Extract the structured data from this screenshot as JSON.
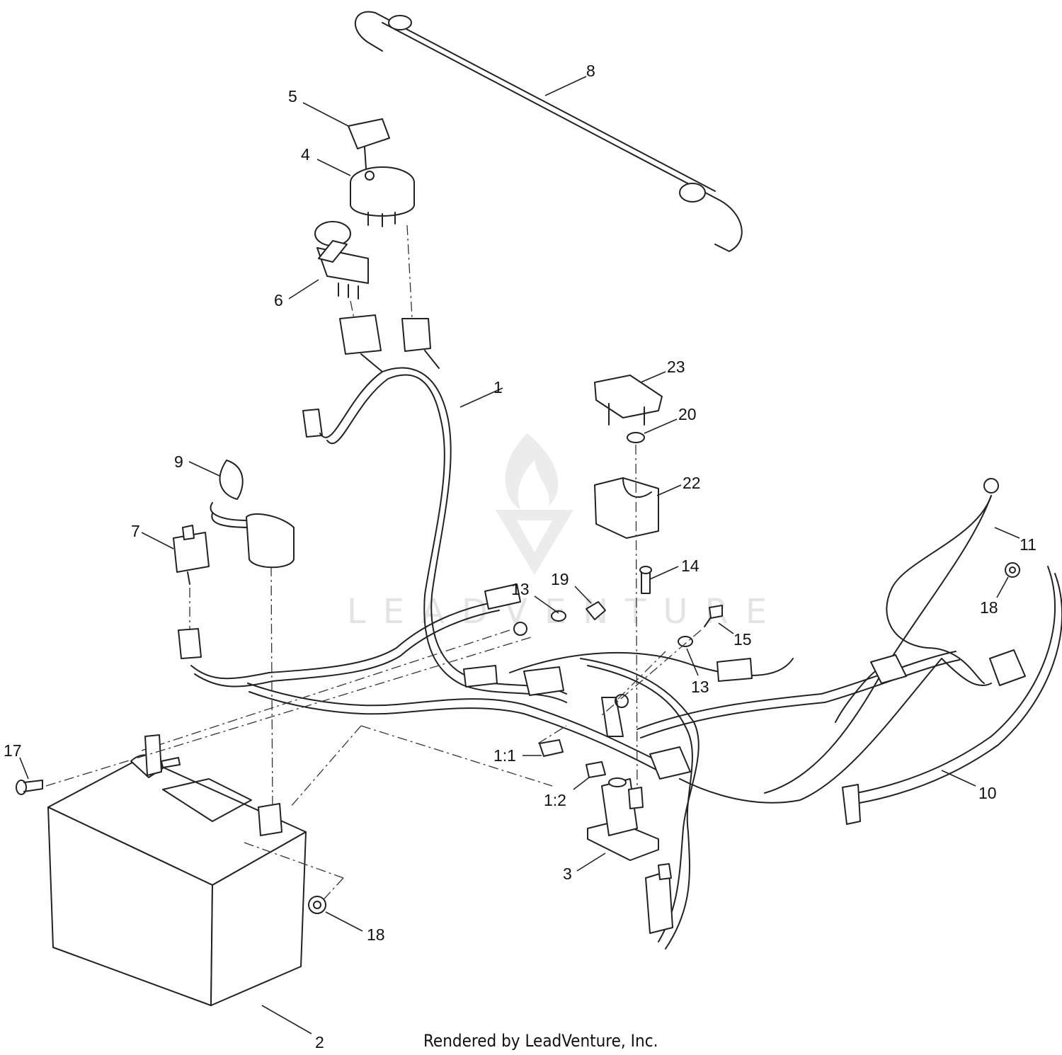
{
  "watermark": {
    "text": "LEADVENTURE"
  },
  "credit": "Rendered by LeadVenture, Inc.",
  "callouts": {
    "c1": "1",
    "c2": "2",
    "c3": "3",
    "c4": "4",
    "c5": "5",
    "c6": "6",
    "c7": "7",
    "c8": "8",
    "c9": "9",
    "c10": "10",
    "c11": "11",
    "c13a": "13",
    "c13b": "13",
    "c14": "14",
    "c15": "15",
    "c17": "17",
    "c18a": "18",
    "c18b": "18",
    "c19": "19",
    "c20": "20",
    "c22": "22",
    "c23": "23",
    "c1_1": "1:1",
    "c1_2": "1:2"
  }
}
